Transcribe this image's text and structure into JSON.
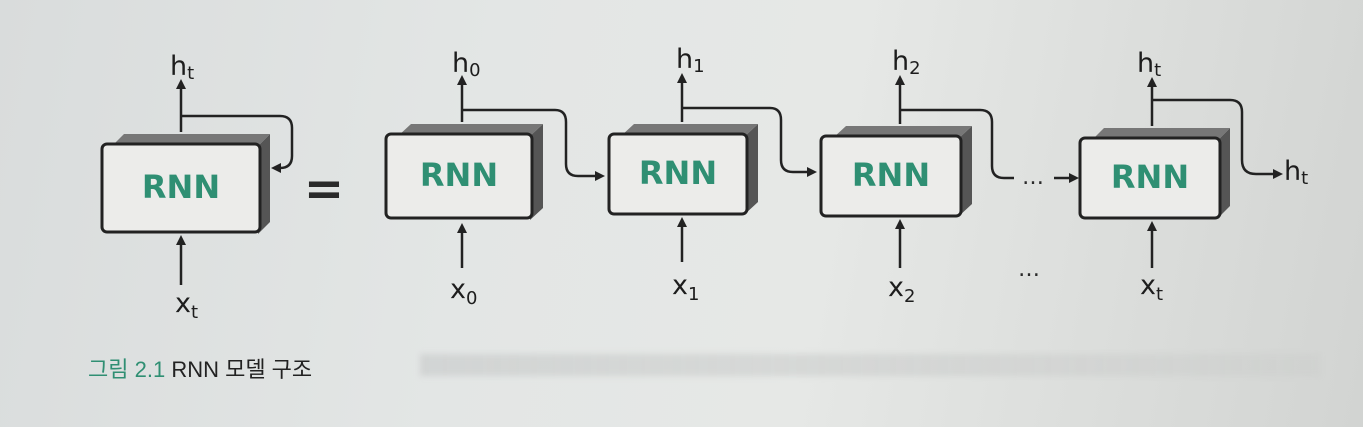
{
  "diagram": {
    "rolled": {
      "box_label": "RNN",
      "output": {
        "main": "h",
        "sub": "t"
      },
      "input": {
        "main": "x",
        "sub": "t"
      }
    },
    "equals_sign": "=",
    "unrolled": [
      {
        "box_label": "RNN",
        "output": {
          "main": "h",
          "sub": "0"
        },
        "input": {
          "main": "x",
          "sub": "0"
        }
      },
      {
        "box_label": "RNN",
        "output": {
          "main": "h",
          "sub": "1"
        },
        "input": {
          "main": "x",
          "sub": "1"
        }
      },
      {
        "box_label": "RNN",
        "output": {
          "main": "h",
          "sub": "2"
        },
        "input": {
          "main": "x",
          "sub": "2"
        }
      },
      {
        "box_label": "RNN",
        "output": {
          "main": "h",
          "sub": "t"
        },
        "input": {
          "main": "x",
          "sub": "t"
        }
      }
    ],
    "ellipsis_top": "…",
    "ellipsis_bottom": "…",
    "final_output": {
      "main": "h",
      "sub": "t"
    }
  },
  "caption": {
    "number": "그림 2.1",
    "text": "RNN 모델 구조"
  }
}
